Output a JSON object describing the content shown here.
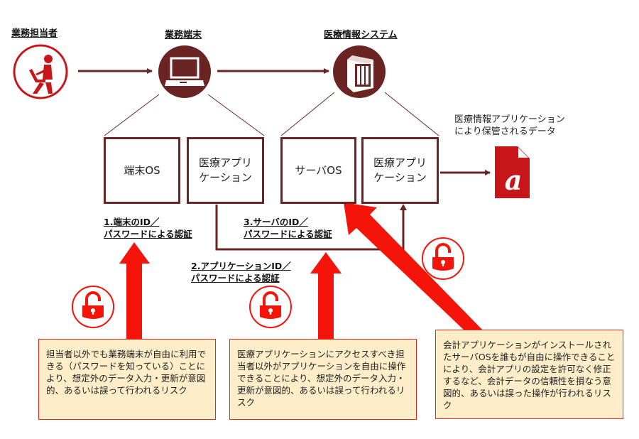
{
  "colors": {
    "primary": "#6b2424",
    "risk_red": "#f5140a",
    "risk_box_bg": "#fdeec9",
    "risk_box_border": "#e8281e"
  },
  "headings": {
    "operator": "業務担当者",
    "terminal": "業務端末",
    "system": "医療情報システム"
  },
  "icons": {
    "operator": "person-at-laptop-icon",
    "terminal": "laptop-icon",
    "system": "server-icon",
    "data": "document-icon",
    "lock": "unlocked-padlock-icon"
  },
  "boxes": {
    "terminal_os": "端末OS",
    "terminal_app_line1": "医療アプリ",
    "terminal_app_line2": "ケーション",
    "server_os": "サーバOS",
    "server_app_line1": "医療アプリ",
    "server_app_line2": "ケーション"
  },
  "data_label": {
    "line1": "医療情報アプリケーション",
    "line2": "により保管されるデータ",
    "doc_glyph": "a"
  },
  "auth": {
    "auth1_line1": "1.端末のID／",
    "auth1_line2": "パスワードによる認証",
    "auth2_line1": "2.アプリケーションID／",
    "auth2_line2": "パスワードによる認証",
    "auth3_line1": "3.サーバのID／",
    "auth3_line2": "パスワードによる認証"
  },
  "risks": [
    {
      "text": "担当者以外でも業務端末が自由に利用できる（パスワードを知っている）ことにより、想定外のデータ入力・更新が意図的、あるいは誤って行われるリスク"
    },
    {
      "text": "医療アプリケーションにアクセスすべき担当者以外がアプリケーションを自由に操作できることにより、想定外のデータ入力・更新が意図的、あるいは誤って行われるリスク"
    },
    {
      "text": "会計アプリケーションがインストールされたサーバOSを誰もが自由に操作できることにより、会計アプリの設定を許可なく修正するなど、会計データの信頼性を損なう意図的、あるいは誤った操作が行われるリスク"
    }
  ]
}
